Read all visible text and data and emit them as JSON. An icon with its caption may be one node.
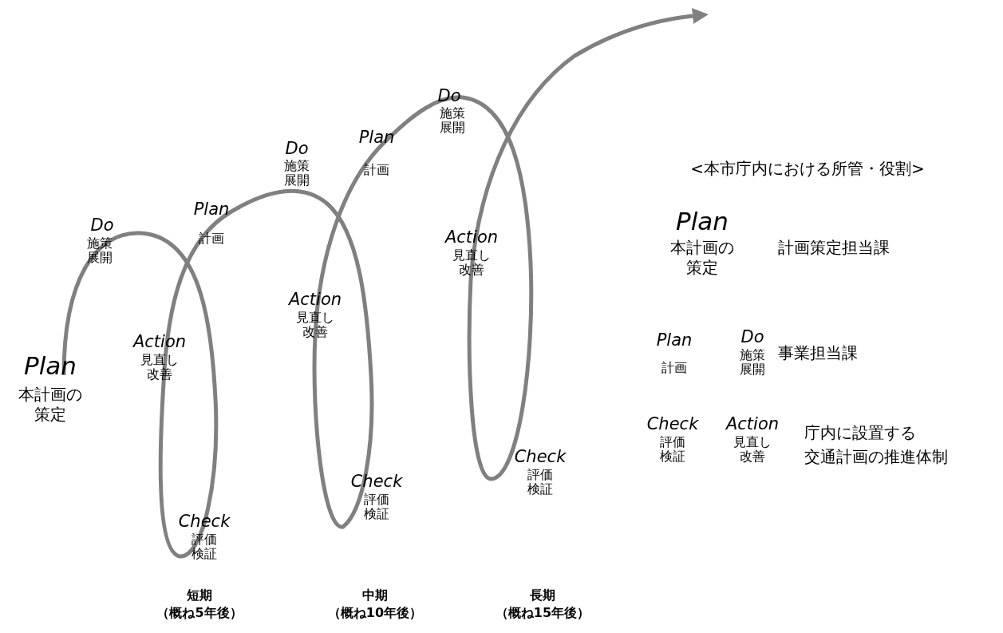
{
  "diagram": {
    "labels": [
      "Do",
      "施策展開",
      "Plan",
      "計画",
      "Do",
      "施策展開",
      "Plan",
      "計画",
      "Do",
      "施策展開",
      "Plan",
      "本計画の策定",
      "Action",
      "見直し改善",
      "Action",
      "見直し改善",
      "Action",
      "見直し改善",
      "Check",
      "評価検証",
      "Check",
      "評価検証",
      "Check",
      "評価検証",
      "<本市庁内における所管・役割>",
      "Plan",
      "本計画の策定",
      "計画策定担当課",
      "Plan",
      "計画",
      "Do",
      "施策展開",
      "事業担当課",
      "Check",
      "評価検証",
      "Action",
      "見直し改善",
      "庁内に設置する",
      "交通計画の推進体制",
      "短期",
      "（概ね5年後）",
      "中期",
      "（概ね10年後）",
      "長期",
      "（概ね15年後）"
    ]
  }
}
